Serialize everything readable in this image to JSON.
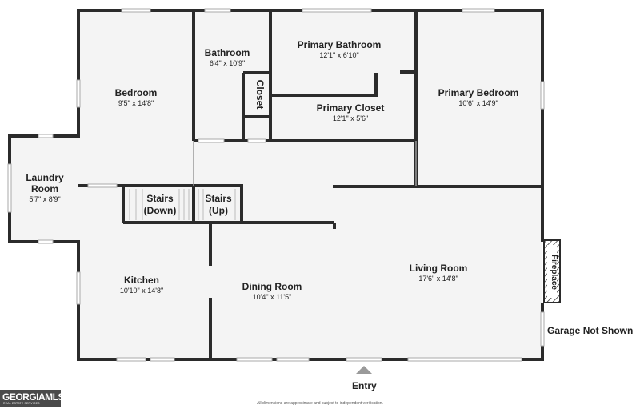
{
  "rooms": {
    "bedroom": {
      "name": "Bedroom",
      "dim": "9'5\" x 14'8\""
    },
    "bathroom": {
      "name": "Bathroom",
      "dim": "6'4\" x 10'9\""
    },
    "closet": {
      "name": "Closet"
    },
    "primary_bathroom": {
      "name": "Primary Bathroom",
      "dim": "12'1\" x 6'10\""
    },
    "primary_closet": {
      "name": "Primary Closet",
      "dim": "12'1\" x 5'6\""
    },
    "primary_bedroom": {
      "name": "Primary Bedroom",
      "dim": "10'6\" x 14'9\""
    },
    "laundry": {
      "name_line1": "Laundry",
      "name_line2": "Room",
      "dim": "5'7\" x 8'9\""
    },
    "stairs_down": {
      "line1": "Stairs",
      "line2": "(Down)"
    },
    "stairs_up": {
      "line1": "Stairs",
      "line2": "(Up)"
    },
    "kitchen": {
      "name": "Kitchen",
      "dim": "10'10\" x 14'8\""
    },
    "dining_room": {
      "name": "Dining Room",
      "dim": "10'4\" x 11'5\""
    },
    "living_room": {
      "name": "Living Room",
      "dim": "17'6\" x 14'8\""
    },
    "fireplace": {
      "name": "Fireplace"
    }
  },
  "labels": {
    "entry": "Entry",
    "garage": "Garage Not Shown",
    "disclaimer": "All dimensions are approximate and subject to independent verification."
  },
  "logo": {
    "main": "GEORGIAMLS",
    "sub": "REAL ESTATE SERVICES"
  },
  "colors": {
    "wall": "#2b2b2b",
    "floor": "#f4f4f4",
    "window": "#cfcfcf",
    "entry_marker": "#9a9a9a"
  }
}
